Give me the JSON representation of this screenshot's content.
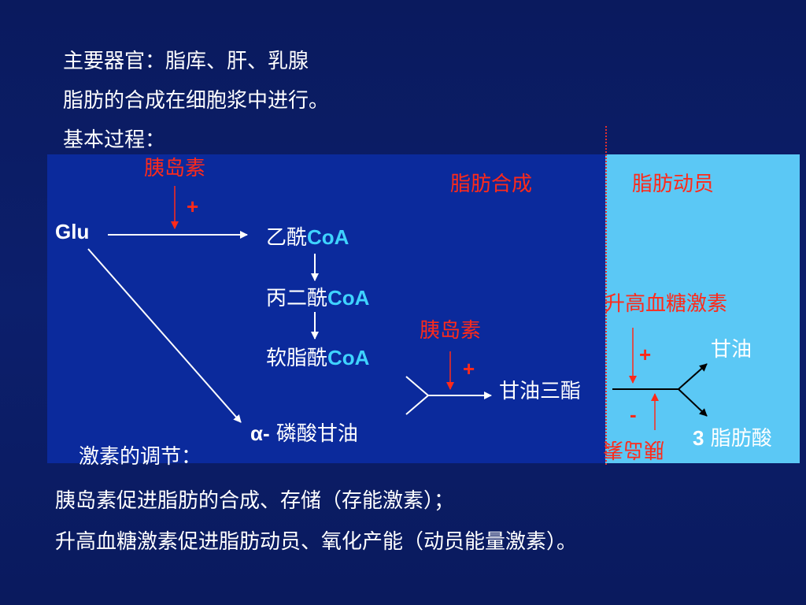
{
  "intro": {
    "line1": "主要器官：脂库、肝、乳腺",
    "line2": "脂肪的合成在细胞浆中进行。",
    "line3": "基本过程："
  },
  "diagram": {
    "insulin_top": "胰岛素",
    "plus_top": "+",
    "glu": "Glu",
    "acetyl": {
      "prefix": "乙酰",
      "suffix": "CoA"
    },
    "malonyl": {
      "prefix": "丙二酰",
      "suffix": "CoA"
    },
    "palmitoyl": {
      "prefix": "软脂酰",
      "suffix": "CoA"
    },
    "insulin_mid": "胰岛素",
    "plus_mid": "+",
    "triglyceride": "甘油三酯",
    "glycerol_phosphate": {
      "prefix": "α-",
      "suffix": "磷酸甘油"
    },
    "fat_synthesis": "脂肪合成",
    "fat_mobilization": "脂肪动员",
    "glucagon": "升高血糖激素",
    "plus_right": "+",
    "minus_right": "-",
    "glycerol": "甘油",
    "fatty_acid": {
      "prefix": "3",
      "suffix": "脂肪酸"
    },
    "insulin_flipped": "胰岛素"
  },
  "regulation": {
    "heading": "激素的调节：",
    "line1": "胰岛素促进脂肪的合成、存储（存能激素）；",
    "line2": "升高血糖激素促进脂肪动员、氧化产能（动员能量激素）。"
  },
  "colors": {
    "background": "#0a1a5e",
    "panel_blue": "#0b2a9c",
    "panel_light": "#5bc8f5",
    "red_label": "#ff2a1a",
    "cyan_label": "#3fd3ff"
  }
}
